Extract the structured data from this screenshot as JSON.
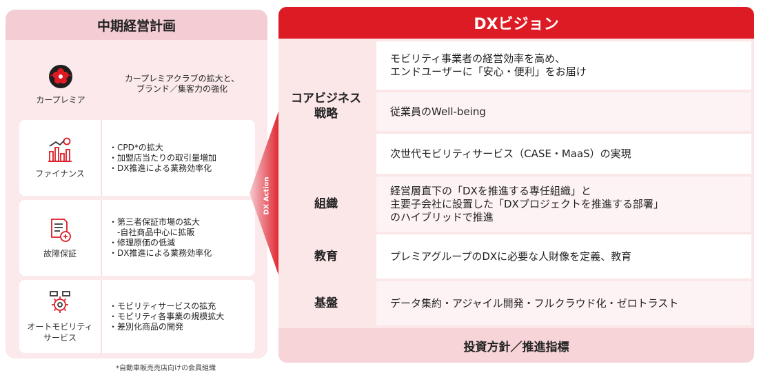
{
  "left": {
    "title": "中期経営計画",
    "units": [
      {
        "name_lines": [
          "カープレミア"
        ],
        "icon": "premia-flower-logo-icon",
        "desc_lines": [
          "カープレミアクラブの拡大と、",
          "ブランド／集客力の強化"
        ]
      },
      {
        "name_lines": [
          "ファイナンス"
        ],
        "icon": "finance-chart-icon",
        "desc_lines": [
          "・CPD*の拡大",
          "・加盟店当たりの取引量増加",
          "・DX推進による業務効率化"
        ]
      },
      {
        "name_lines": [
          "故障保証"
        ],
        "icon": "warranty-document-icon",
        "desc_lines": [
          "・第三者保証市場の拡大",
          "　-自社商品中心に拡販",
          "・修理原価の低減",
          "・DX推進による業務効率化"
        ]
      },
      {
        "name_lines": [
          "オートモビリティ",
          "サービス"
        ],
        "icon": "mobility-gear-icon",
        "desc_lines": [
          "・モビリティサービスの拡充",
          "・モビリティ各事業の規模拡大",
          "・差別化商品の開発"
        ]
      }
    ],
    "footnote": "*自動車販売売店向けの会員組織"
  },
  "arrow_label": "DX Action",
  "right": {
    "title": "DXビジョン",
    "rows": [
      {
        "label_lines": [
          "コアビジネス",
          "戦略"
        ],
        "items": [
          {
            "lines": [
              "モビリティ事業者の経営効率を高め、",
              "エンドユーザーに「安心・便利」をお届け"
            ]
          },
          {
            "lines": [
              "従業員のWell-being"
            ]
          },
          {
            "lines": [
              "次世代モビリティサービス（CASE・MaaS）の実現"
            ]
          }
        ]
      },
      {
        "label_lines": [
          "組織"
        ],
        "items": [
          {
            "lines": [
              "経営層直下の「DXを推進する専任組織」と",
              "主要子会社に設置した「DXプロジェクトを推進する部署」",
              "のハイブリッドで推進"
            ]
          }
        ]
      },
      {
        "label_lines": [
          "教育"
        ],
        "items": [
          {
            "lines": [
              "プレミアグループのDXに必要な人財像を定義、教育"
            ]
          }
        ]
      },
      {
        "label_lines": [
          "基盤"
        ],
        "items": [
          {
            "lines": [
              "データ集約・アジャイル開発・フルクラウド化・ゼロトラスト"
            ]
          }
        ]
      }
    ],
    "footer": "投資方針／推進指標"
  },
  "colors": {
    "accent_red": "#dd1b24",
    "panel_pink": "#fbe6e8",
    "header_pink": "#f3cdd3"
  }
}
